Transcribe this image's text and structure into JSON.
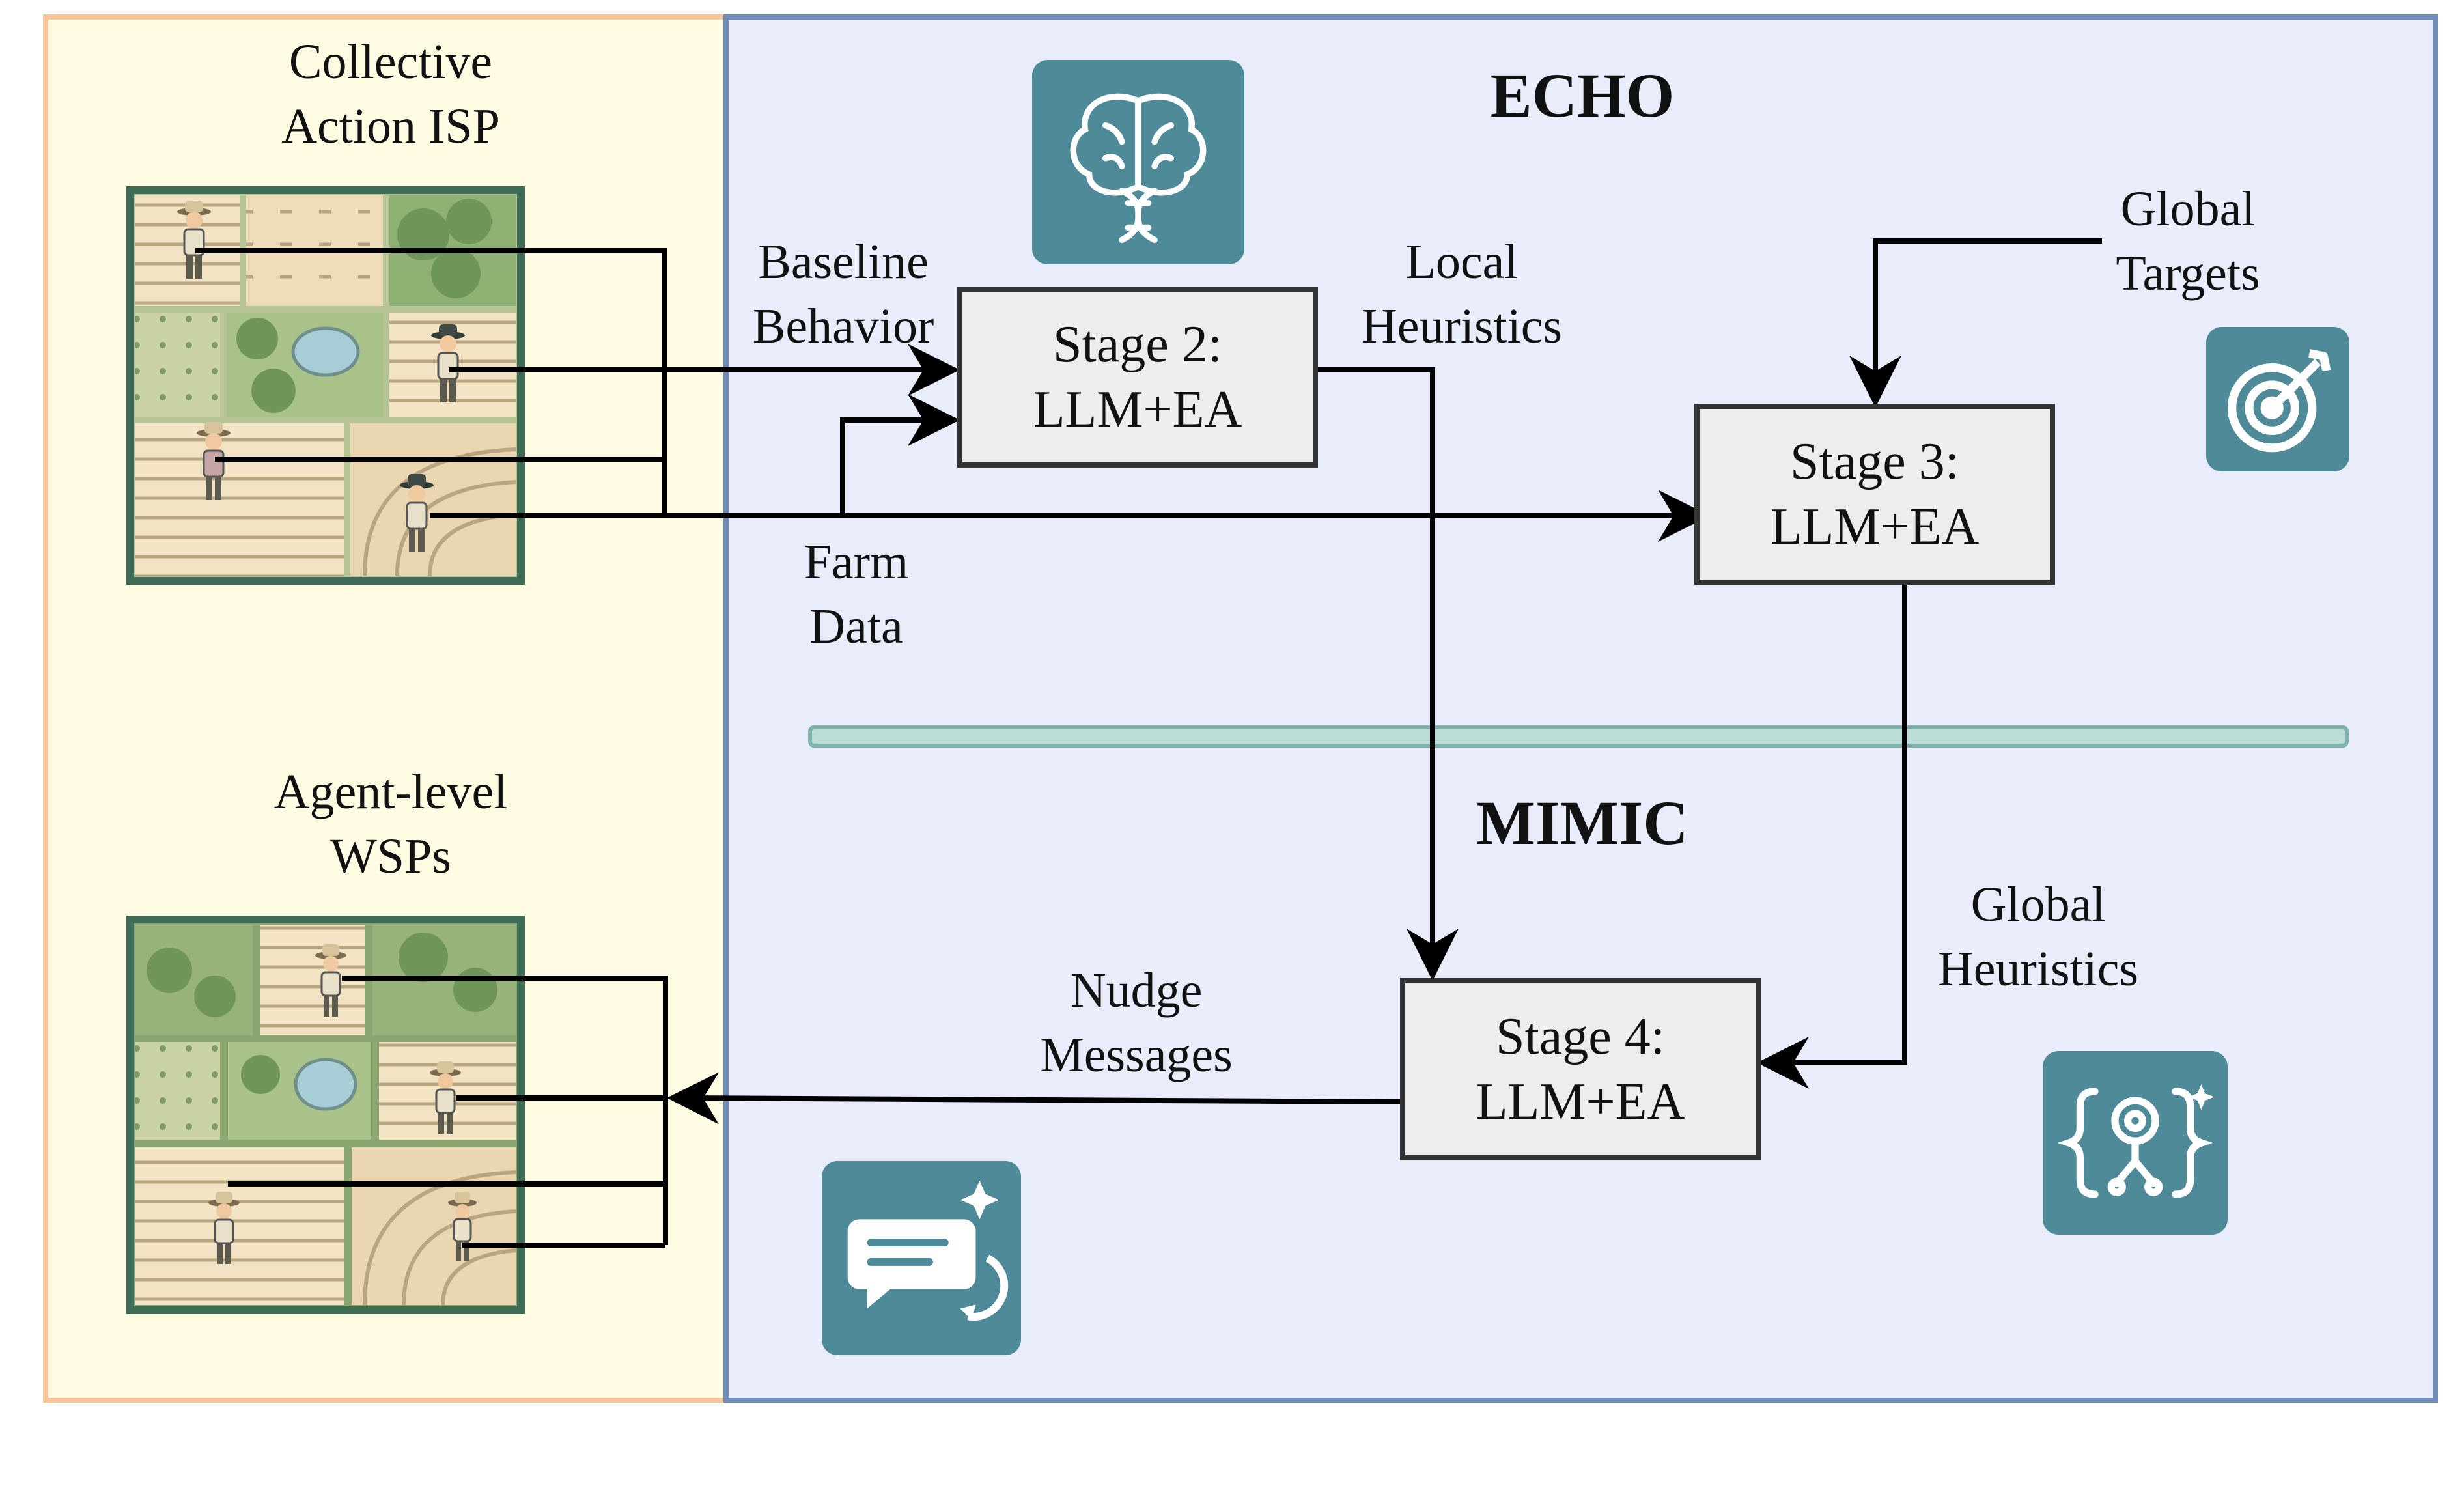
{
  "left_panel": {
    "isp_title": "Collective\nAction ISP",
    "wsp_title": "Agent-level\nWSPs"
  },
  "echo_title": "ECHO",
  "mimic_title": "MIMIC",
  "stages": {
    "stage2": {
      "line1": "Stage 2:",
      "line2": "LLM+EA"
    },
    "stage3": {
      "line1": "Stage 3:",
      "line2": "LLM+EA"
    },
    "stage4": {
      "line1": "Stage 4:",
      "line2": "LLM+EA"
    }
  },
  "labels": {
    "baseline_behavior": "Baseline\nBehavior",
    "farm_data": "Farm\nData",
    "local_heuristics": "Local\nHeuristics",
    "global_targets": "Global\nTargets",
    "global_heuristics": "Global\nHeuristics",
    "nudge_messages": "Nudge\nMessages"
  },
  "icons": [
    "brain-dna-icon",
    "target-icon",
    "chat-sparkle-icon",
    "code-gear-icon",
    "farmer-icon"
  ],
  "colors": {
    "left_panel_bg": "#fffbe3",
    "left_panel_border": "#f7c79b",
    "right_panel_bg": "#e9ecfa",
    "right_panel_border": "#6f8db7",
    "icon_tile": "#4f8a98",
    "divider": "#9cc8c2"
  }
}
